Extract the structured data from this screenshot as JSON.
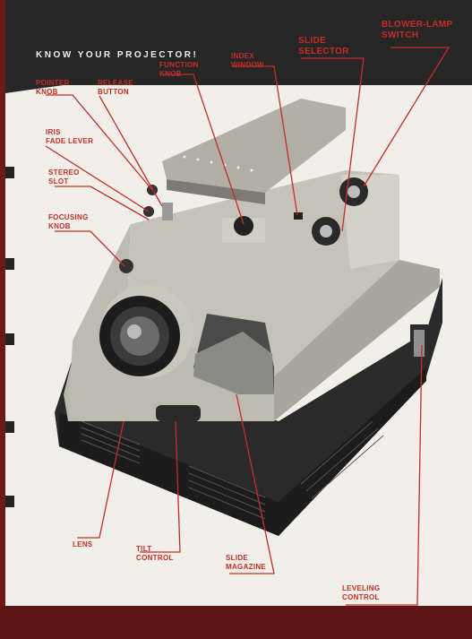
{
  "page": {
    "title": "KNOW YOUR PROJECTOR!",
    "colors": {
      "header": "#262626",
      "paper": "#f1efe9",
      "callout": "#c62c26",
      "backdrop": "#6e1818"
    }
  },
  "callouts": {
    "pointer_knob": [
      "POINTER",
      "KNOB"
    ],
    "release_button": [
      "RELEASE",
      "BUTTON"
    ],
    "function_knob": [
      "FUNCTION",
      "KNOB"
    ],
    "index_window": [
      "INDEX",
      "WINDOW"
    ],
    "slide_selector": [
      "SLIDE",
      "SELECTOR"
    ],
    "blower_lamp_switch": [
      "BLOWER-LAMP",
      "SWITCH"
    ],
    "iris_fade_lever": [
      "IRIS",
      "FADE LEVER"
    ],
    "stereo_slot": [
      "STEREO",
      "SLOT"
    ],
    "focusing_knob": [
      "FOCUSING",
      "KNOB"
    ],
    "lens": [
      "LENS"
    ],
    "tilt_control": [
      "TILT",
      "CONTROL"
    ],
    "slide_magazine": [
      "SLIDE",
      "MAGAZINE"
    ],
    "leveling_control": [
      "LEVELING",
      "CONTROL"
    ]
  }
}
